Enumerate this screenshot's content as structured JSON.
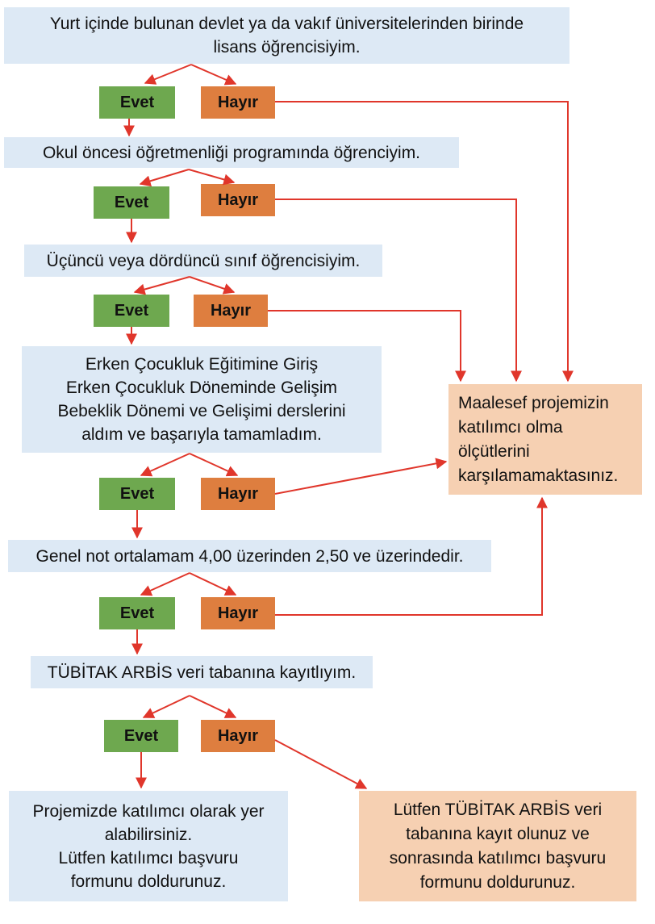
{
  "yes_label": "Evet",
  "no_label": "Hayır",
  "colors": {
    "question_bg": "#dde9f5",
    "result_bg": "#f6d0b2",
    "yes_bg": "#6ea84f",
    "no_bg": "#de7e3f",
    "arrow": "#e0362b"
  },
  "questions": [
    {
      "lines": [
        "Yurt içinde bulunan devlet ya da vakıf üniversitelerinden birinde",
        "lisans öğrencisiyim."
      ]
    },
    {
      "lines": [
        "Okul öncesi öğretmenliği programında öğrenciyim."
      ]
    },
    {
      "lines": [
        "Üçüncü veya dördüncü sınıf öğrencisiyim."
      ]
    },
    {
      "lines": [
        "Erken Çocukluk Eğitimine Giriş",
        "Erken Çocukluk Döneminde Gelişim",
        "Bebeklik Dönemi ve Gelişimi derslerini",
        "aldım ve başarıyla tamamladım."
      ]
    },
    {
      "lines": [
        "Genel not ortalamam 4,00 üzerinden 2,50 ve üzerindedir."
      ]
    },
    {
      "lines": [
        "TÜBİTAK ARBİS veri tabanına kayıtlıyım."
      ]
    }
  ],
  "reject_box": {
    "lines": [
      "Maalesef projemizin",
      "katılımcı olma",
      "ölçütlerini",
      "karşılamamaktasınız."
    ]
  },
  "success_box": {
    "lines": [
      "Projemizde katılımcı olarak yer",
      "alabilirsiniz.",
      "Lütfen katılımcı başvuru",
      "formunu doldurunuz."
    ]
  },
  "register_box": {
    "lines": [
      "Lütfen TÜBİTAK ARBİS veri",
      "tabanına kayıt olunuz ve",
      "sonrasında katılımcı başvuru",
      "formunu doldurunuz."
    ]
  }
}
